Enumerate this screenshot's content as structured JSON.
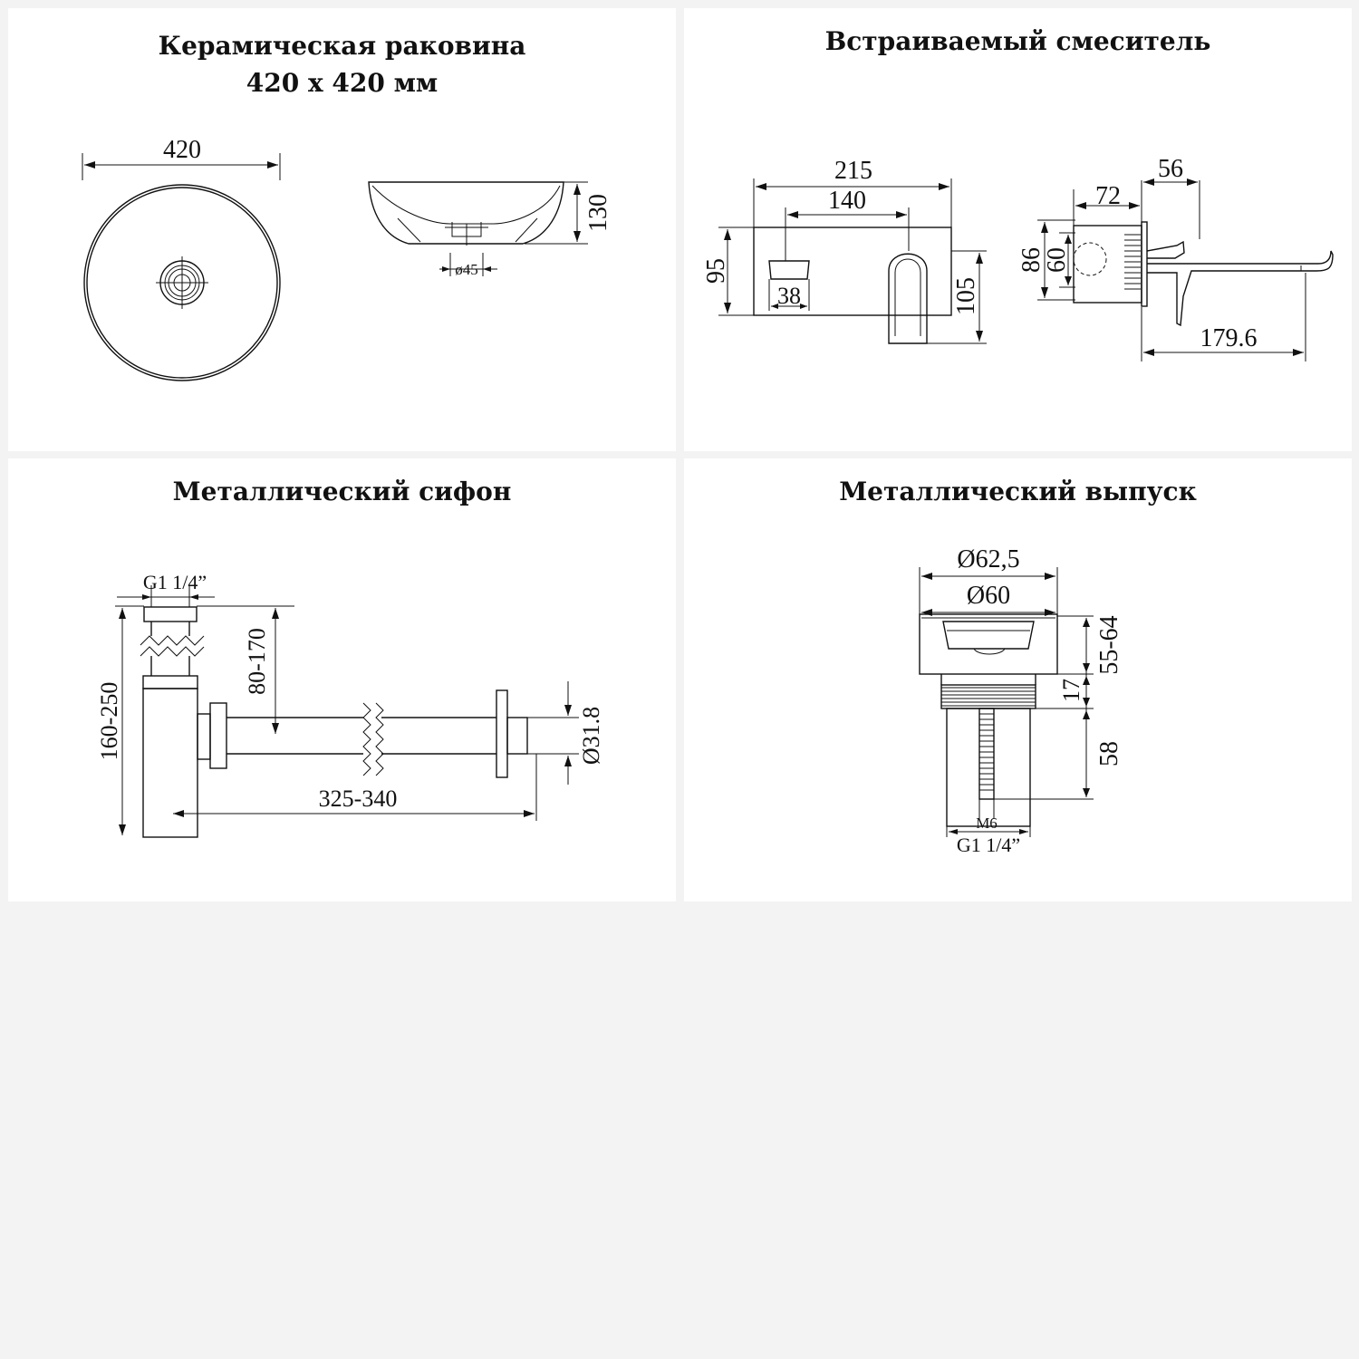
{
  "panels": {
    "basin": {
      "title_line1": "Керамическая раковина",
      "title_line2": "420 х 420 мм",
      "dims": {
        "width": "420",
        "height": "130",
        "drain": "ø45"
      }
    },
    "mixer": {
      "title": "Встраиваемый смеситель",
      "dims": {
        "d215": "215",
        "d140": "140",
        "d95": "95",
        "d38": "38",
        "d105": "105",
        "d72": "72",
        "d56": "56",
        "d86": "86",
        "d60": "60",
        "d179": "179.6"
      }
    },
    "siphon": {
      "title": "Металлический сифон",
      "dims": {
        "thread": "G1 1/4”",
        "height_range": "80-170",
        "total_height": "160-250",
        "diameter": "Ø31.8",
        "length": "325-340"
      }
    },
    "outlet": {
      "title": "Металлический выпуск",
      "dims": {
        "outer": "Ø62,5",
        "inner": "Ø60",
        "range": "55-64",
        "d17": "17",
        "d58": "58",
        "screw": "M6",
        "thread": "G1 1/4”"
      }
    }
  }
}
